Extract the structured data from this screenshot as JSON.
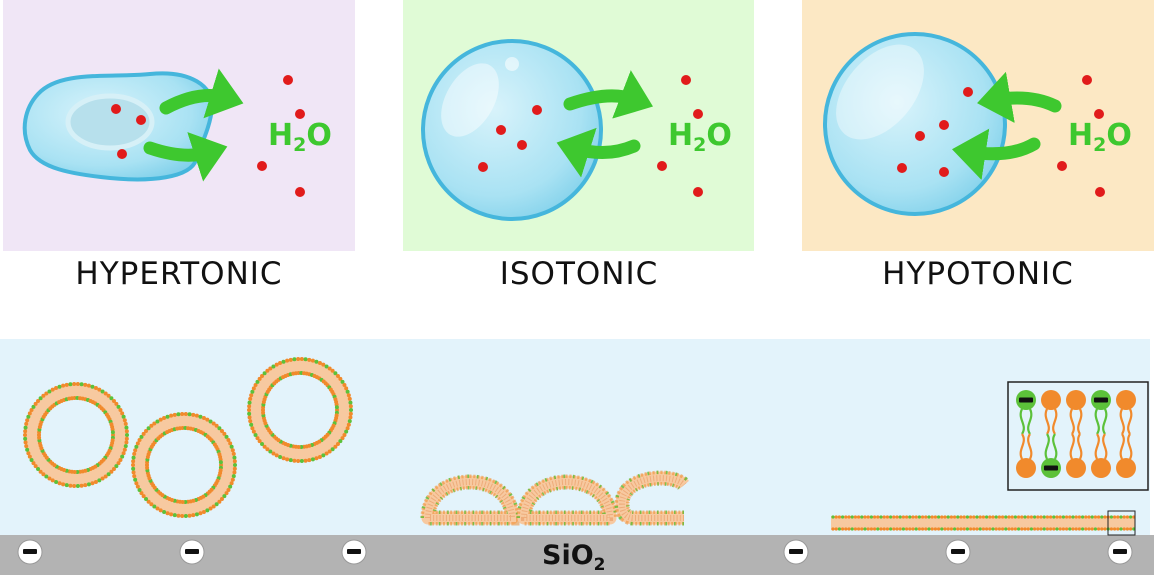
{
  "panels": [
    {
      "label": "HYPERTONIC",
      "bg": "#f0e6f6"
    },
    {
      "label": "ISOTONIC",
      "bg": "#e0fbd6"
    },
    {
      "label": "HYPOTONIC",
      "bg": "#fce8c4"
    }
  ],
  "water": {
    "main": "H",
    "sub": "2",
    "tail": "O",
    "color": "#3ec82f"
  },
  "solute_color": "#e11b1b",
  "substrate": {
    "main": "SiO",
    "sub": "2",
    "color": "#b3b3b3",
    "charge_symbol": "−"
  },
  "medium_color": "#e3f3fb",
  "lipid": {
    "head_color": "#f18a2c",
    "anionic_color": "#5cc13a"
  }
}
